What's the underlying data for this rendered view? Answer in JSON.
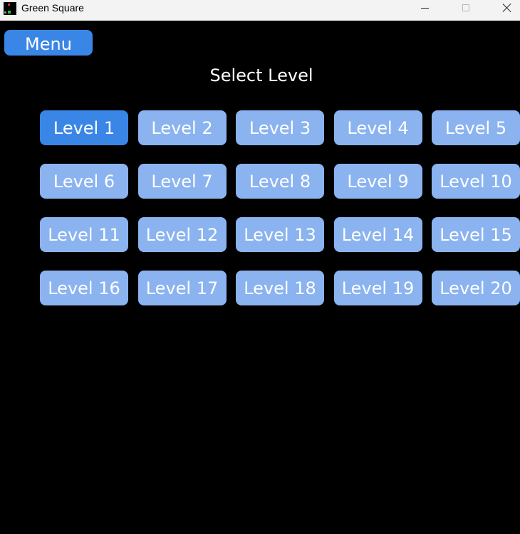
{
  "window": {
    "title": "Green Square",
    "minimize_label": "",
    "maximize_label": "",
    "close_label": ""
  },
  "menu": {
    "label": "Menu"
  },
  "page": {
    "title": "Select Level"
  },
  "levels": {
    "selected": 1,
    "items": [
      {
        "label": "Level 1"
      },
      {
        "label": "Level 2"
      },
      {
        "label": "Level 3"
      },
      {
        "label": "Level 4"
      },
      {
        "label": "Level 5"
      },
      {
        "label": "Level 6"
      },
      {
        "label": "Level 7"
      },
      {
        "label": "Level 8"
      },
      {
        "label": "Level 9"
      },
      {
        "label": "Level 10"
      },
      {
        "label": "Level 11"
      },
      {
        "label": "Level 12"
      },
      {
        "label": "Level 13"
      },
      {
        "label": "Level 14"
      },
      {
        "label": "Level 15"
      },
      {
        "label": "Level 16"
      },
      {
        "label": "Level 17"
      },
      {
        "label": "Level 18"
      },
      {
        "label": "Level 19"
      },
      {
        "label": "Level 20"
      }
    ]
  },
  "colors": {
    "background": "#000000",
    "button": "#8ab3f0",
    "button_selected": "#3a86e6",
    "text": "#ffffff"
  },
  "icons": {
    "app": "green-square-app-icon",
    "minimize": "minimize-icon",
    "maximize": "maximize-icon",
    "close": "close-icon"
  }
}
